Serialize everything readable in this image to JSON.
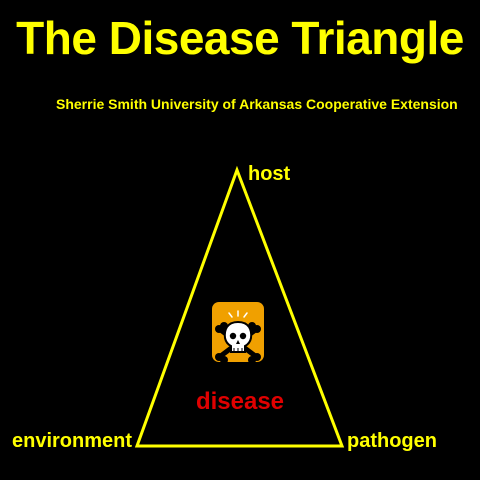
{
  "title": "The Disease Triangle",
  "subtitle": "Sherrie Smith University of Arkansas Cooperative Extension",
  "triangle": {
    "top_label": "host",
    "left_label": "environment",
    "right_label": "pathogen",
    "center_label": "disease",
    "center_icon": "skull-crossbones-icon"
  },
  "colors": {
    "background": "#000000",
    "text": "#ffff00",
    "triangle_stroke": "#ffff00",
    "center_label": "#e00000",
    "icon_background": "#f0a000"
  }
}
